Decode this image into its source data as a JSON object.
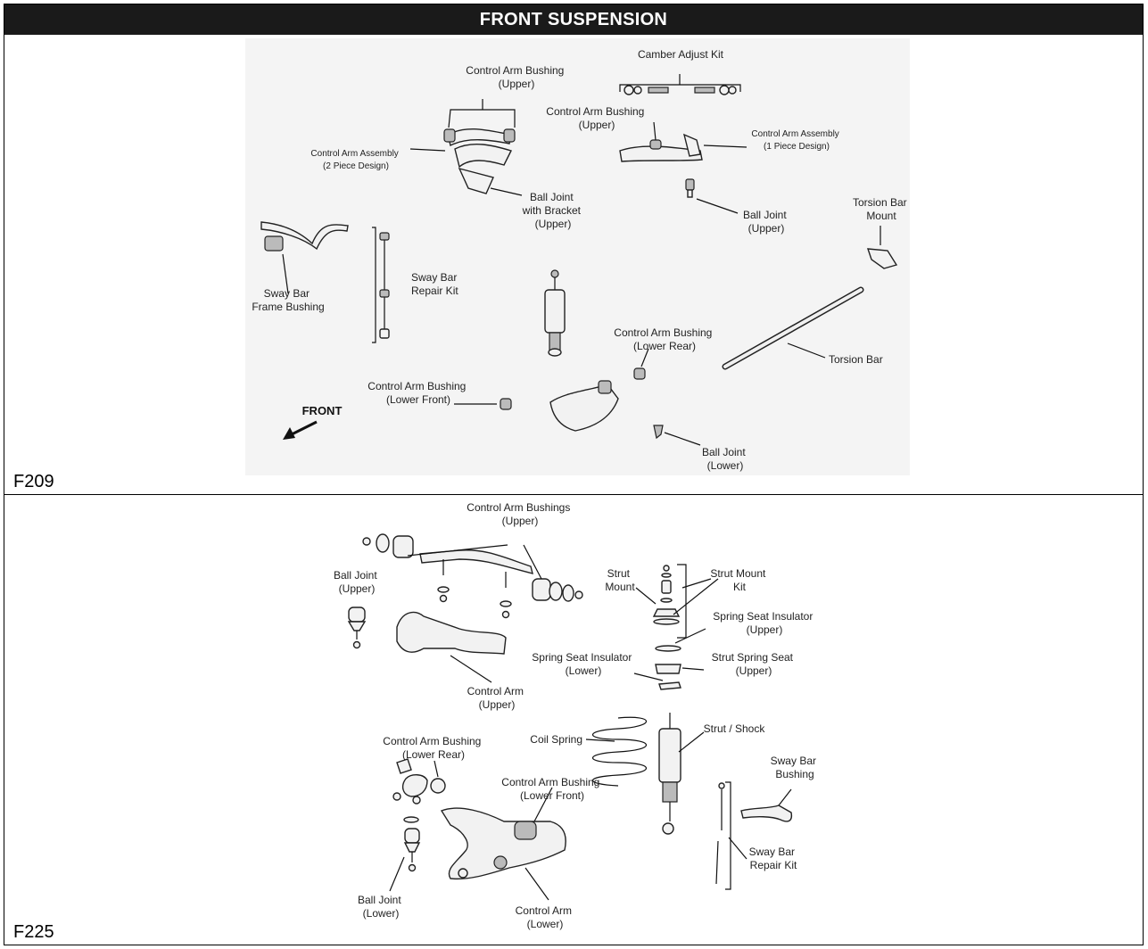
{
  "page": {
    "title": "FRONT SUSPENSION"
  },
  "figure_a": {
    "code": "F209",
    "labels": {
      "cab_upper": [
        "Control Arm Bushing",
        "(Upper)"
      ],
      "camber": [
        "Camber Adjust Kit"
      ],
      "cab_upper_b": [
        "Control Arm Bushing",
        "(Upper)"
      ],
      "caa_2piece": [
        "Control Arm Assembly",
        "(2 Piece Design)"
      ],
      "caa_1piece": [
        "Control Arm Assembly",
        "(1 Piece Design)"
      ],
      "bj_bracket": [
        "Ball Joint",
        "with Bracket",
        "(Upper)"
      ],
      "bj_upper": [
        "Ball Joint",
        "(Upper)"
      ],
      "tb_mount": [
        "Torsion Bar",
        "Mount"
      ],
      "sb_frame": [
        "Sway Bar",
        "Frame Bushing"
      ],
      "sb_repair": [
        "Sway Bar",
        "Repair Kit"
      ],
      "cab_lower_rear": [
        "Control Arm Bushing",
        "(Lower Rear)"
      ],
      "torsion_bar": [
        "Torsion Bar"
      ],
      "cab_lower_front": [
        "Control Arm Bushing",
        "(Lower Front)"
      ],
      "front": [
        "FRONT"
      ],
      "bj_lower": [
        "Ball Joint",
        "(Lower)"
      ]
    }
  },
  "figure_b": {
    "code": "F225",
    "labels": {
      "cab_upper": [
        "Control Arm Bushings",
        "(Upper)"
      ],
      "bj_upper": [
        "Ball Joint",
        "(Upper)"
      ],
      "strut_mount": [
        "Strut",
        "Mount"
      ],
      "strut_mount_kit": [
        "Strut Mount",
        "Kit"
      ],
      "ssi_upper": [
        "Spring Seat Insulator",
        "(Upper)"
      ],
      "ssi_lower": [
        "Spring Seat Insulator",
        "(Lower)"
      ],
      "sss_upper": [
        "Strut Spring Seat",
        "(Upper)"
      ],
      "ca_upper": [
        "Control Arm",
        "(Upper)"
      ],
      "coil_spring": [
        "Coil Spring"
      ],
      "strut_shock": [
        "Strut / Shock"
      ],
      "cab_lower_rear": [
        "Control Arm Bushing",
        "(Lower Rear)"
      ],
      "cab_lower_front": [
        "Control Arm Bushing",
        "(Lower Front)"
      ],
      "sb_bushing": [
        "Sway Bar",
        "Bushing"
      ],
      "sb_repair": [
        "Sway Bar",
        "Repair Kit"
      ],
      "bj_lower": [
        "Ball Joint",
        "(Lower)"
      ],
      "ca_lower": [
        "Control Arm",
        "(Lower)"
      ]
    }
  }
}
